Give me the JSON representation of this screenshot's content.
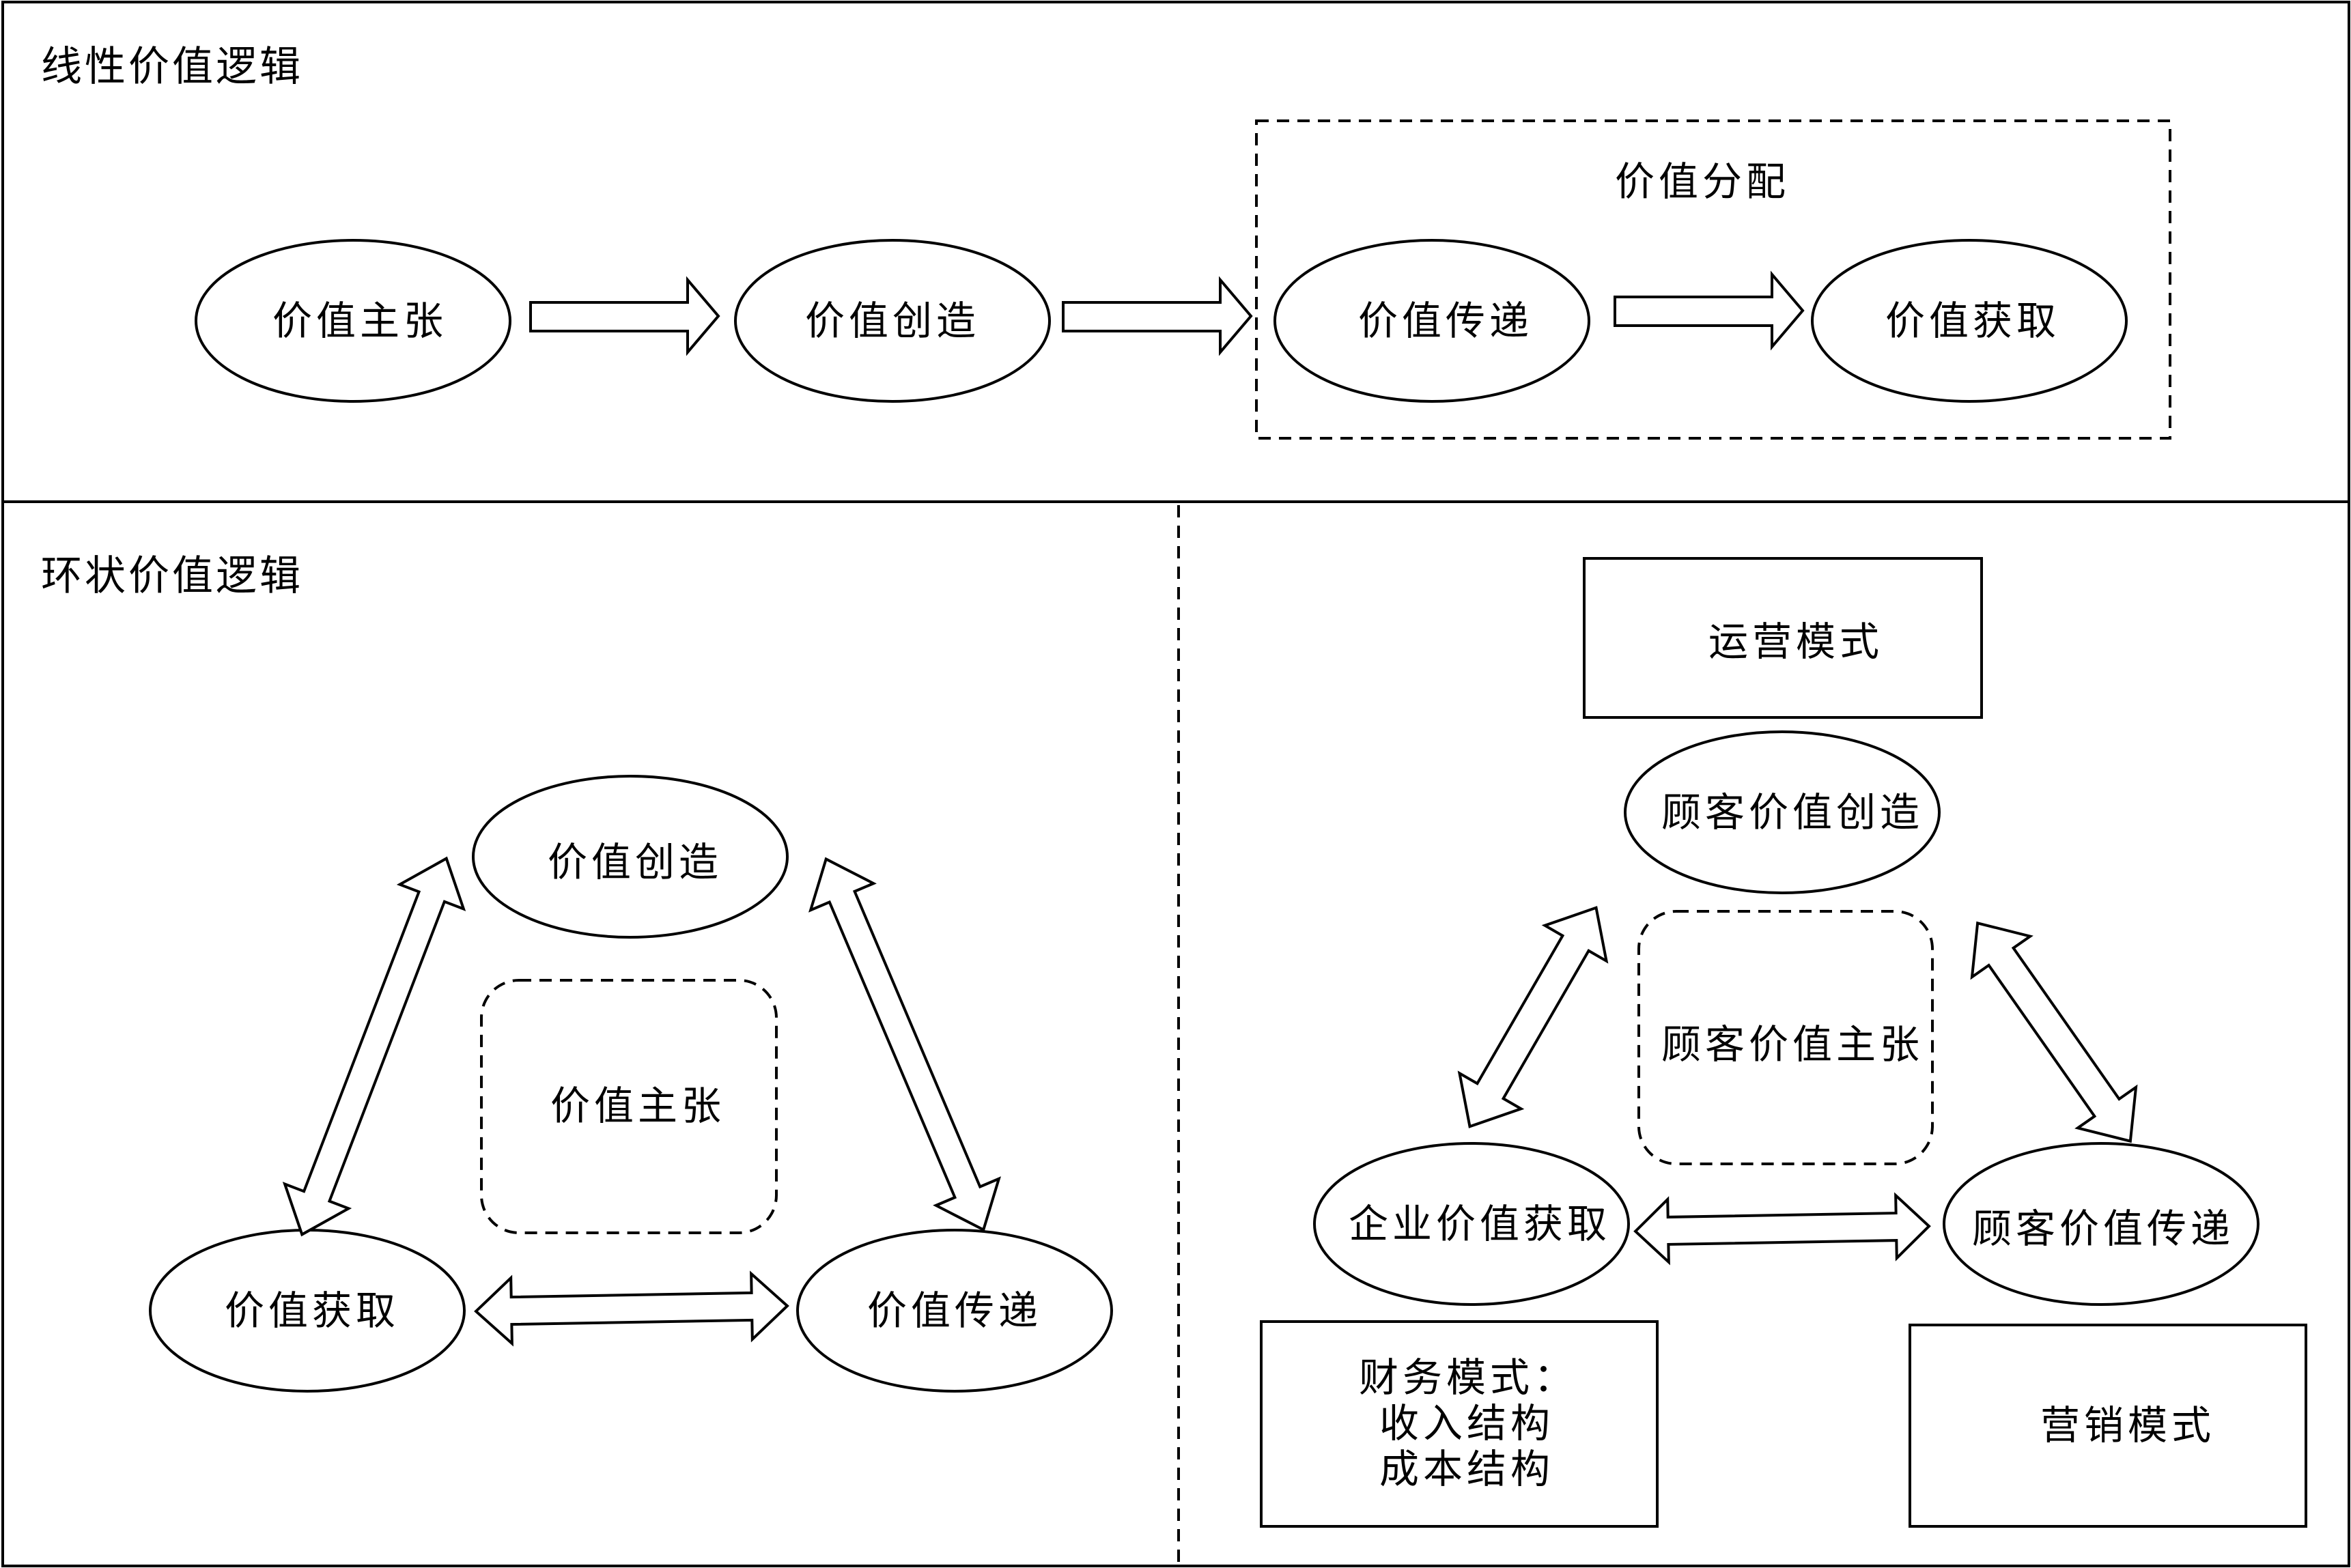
{
  "linear_panel": {
    "title": "线性价值逻辑",
    "distribution_label": "价值分配",
    "nodes": {
      "proposition": "价值主张",
      "creation": "价值创造",
      "delivery": "价值传递",
      "capture": "价值获取"
    }
  },
  "cyclic_panel": {
    "title": "环状价值逻辑",
    "left": {
      "creation": "价值创造",
      "proposition": "价值主张",
      "capture": "价值获取",
      "delivery": "价值传递"
    },
    "right": {
      "operations_mode": "运营模式",
      "customer_value_creation": "顾客价值创造",
      "customer_value_proposition": "顾客价值主张",
      "enterprise_value_capture": "企业价值获取",
      "customer_value_delivery": "顾客价值传递",
      "financial_mode": {
        "line1": "财务模式：",
        "line2": "收入结构",
        "line3": "成本结构"
      },
      "marketing_mode": "营销模式"
    }
  }
}
